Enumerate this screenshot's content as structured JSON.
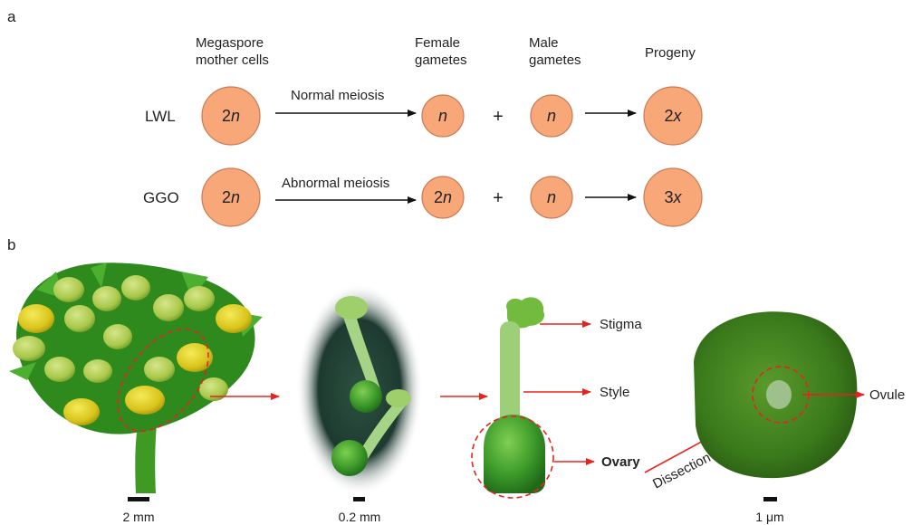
{
  "panel_a": {
    "label": "a",
    "headers": {
      "mother_line1": "Megaspore",
      "mother_line2": "mother cells",
      "female_line1": "Female",
      "female_line2": "gametes",
      "male_line1": "Male",
      "male_line2": "gametes",
      "progeny": "Progeny"
    },
    "rows": [
      {
        "name": "LWL",
        "mother_num": "2",
        "mother_var": "n",
        "process": "Normal meiosis",
        "female_num": "",
        "female_var": "n",
        "plus": "+",
        "male_num": "",
        "male_var": "n",
        "progeny_num": "2",
        "progeny_var": "x"
      },
      {
        "name": "GGO",
        "mother_num": "2",
        "mother_var": "n",
        "process": "Abnormal meiosis",
        "female_num": "2",
        "female_var": "n",
        "plus": "+",
        "male_num": "",
        "male_var": "n",
        "progeny_num": "3",
        "progeny_var": "x"
      }
    ]
  },
  "panel_b": {
    "label": "b",
    "labels": {
      "stigma": "Stigma",
      "style": "Style",
      "ovary": "Ovary",
      "dissection": "Dissection",
      "ovule": "Ovule"
    },
    "scale_bars": [
      "2 mm",
      "0.2 mm",
      "1 μm"
    ]
  },
  "colors": {
    "circle_fill": "#f8a779",
    "arrow_red": "#e8231f",
    "plant_green": "#3c9a2e",
    "flower_yellow": "#e4d01a"
  }
}
